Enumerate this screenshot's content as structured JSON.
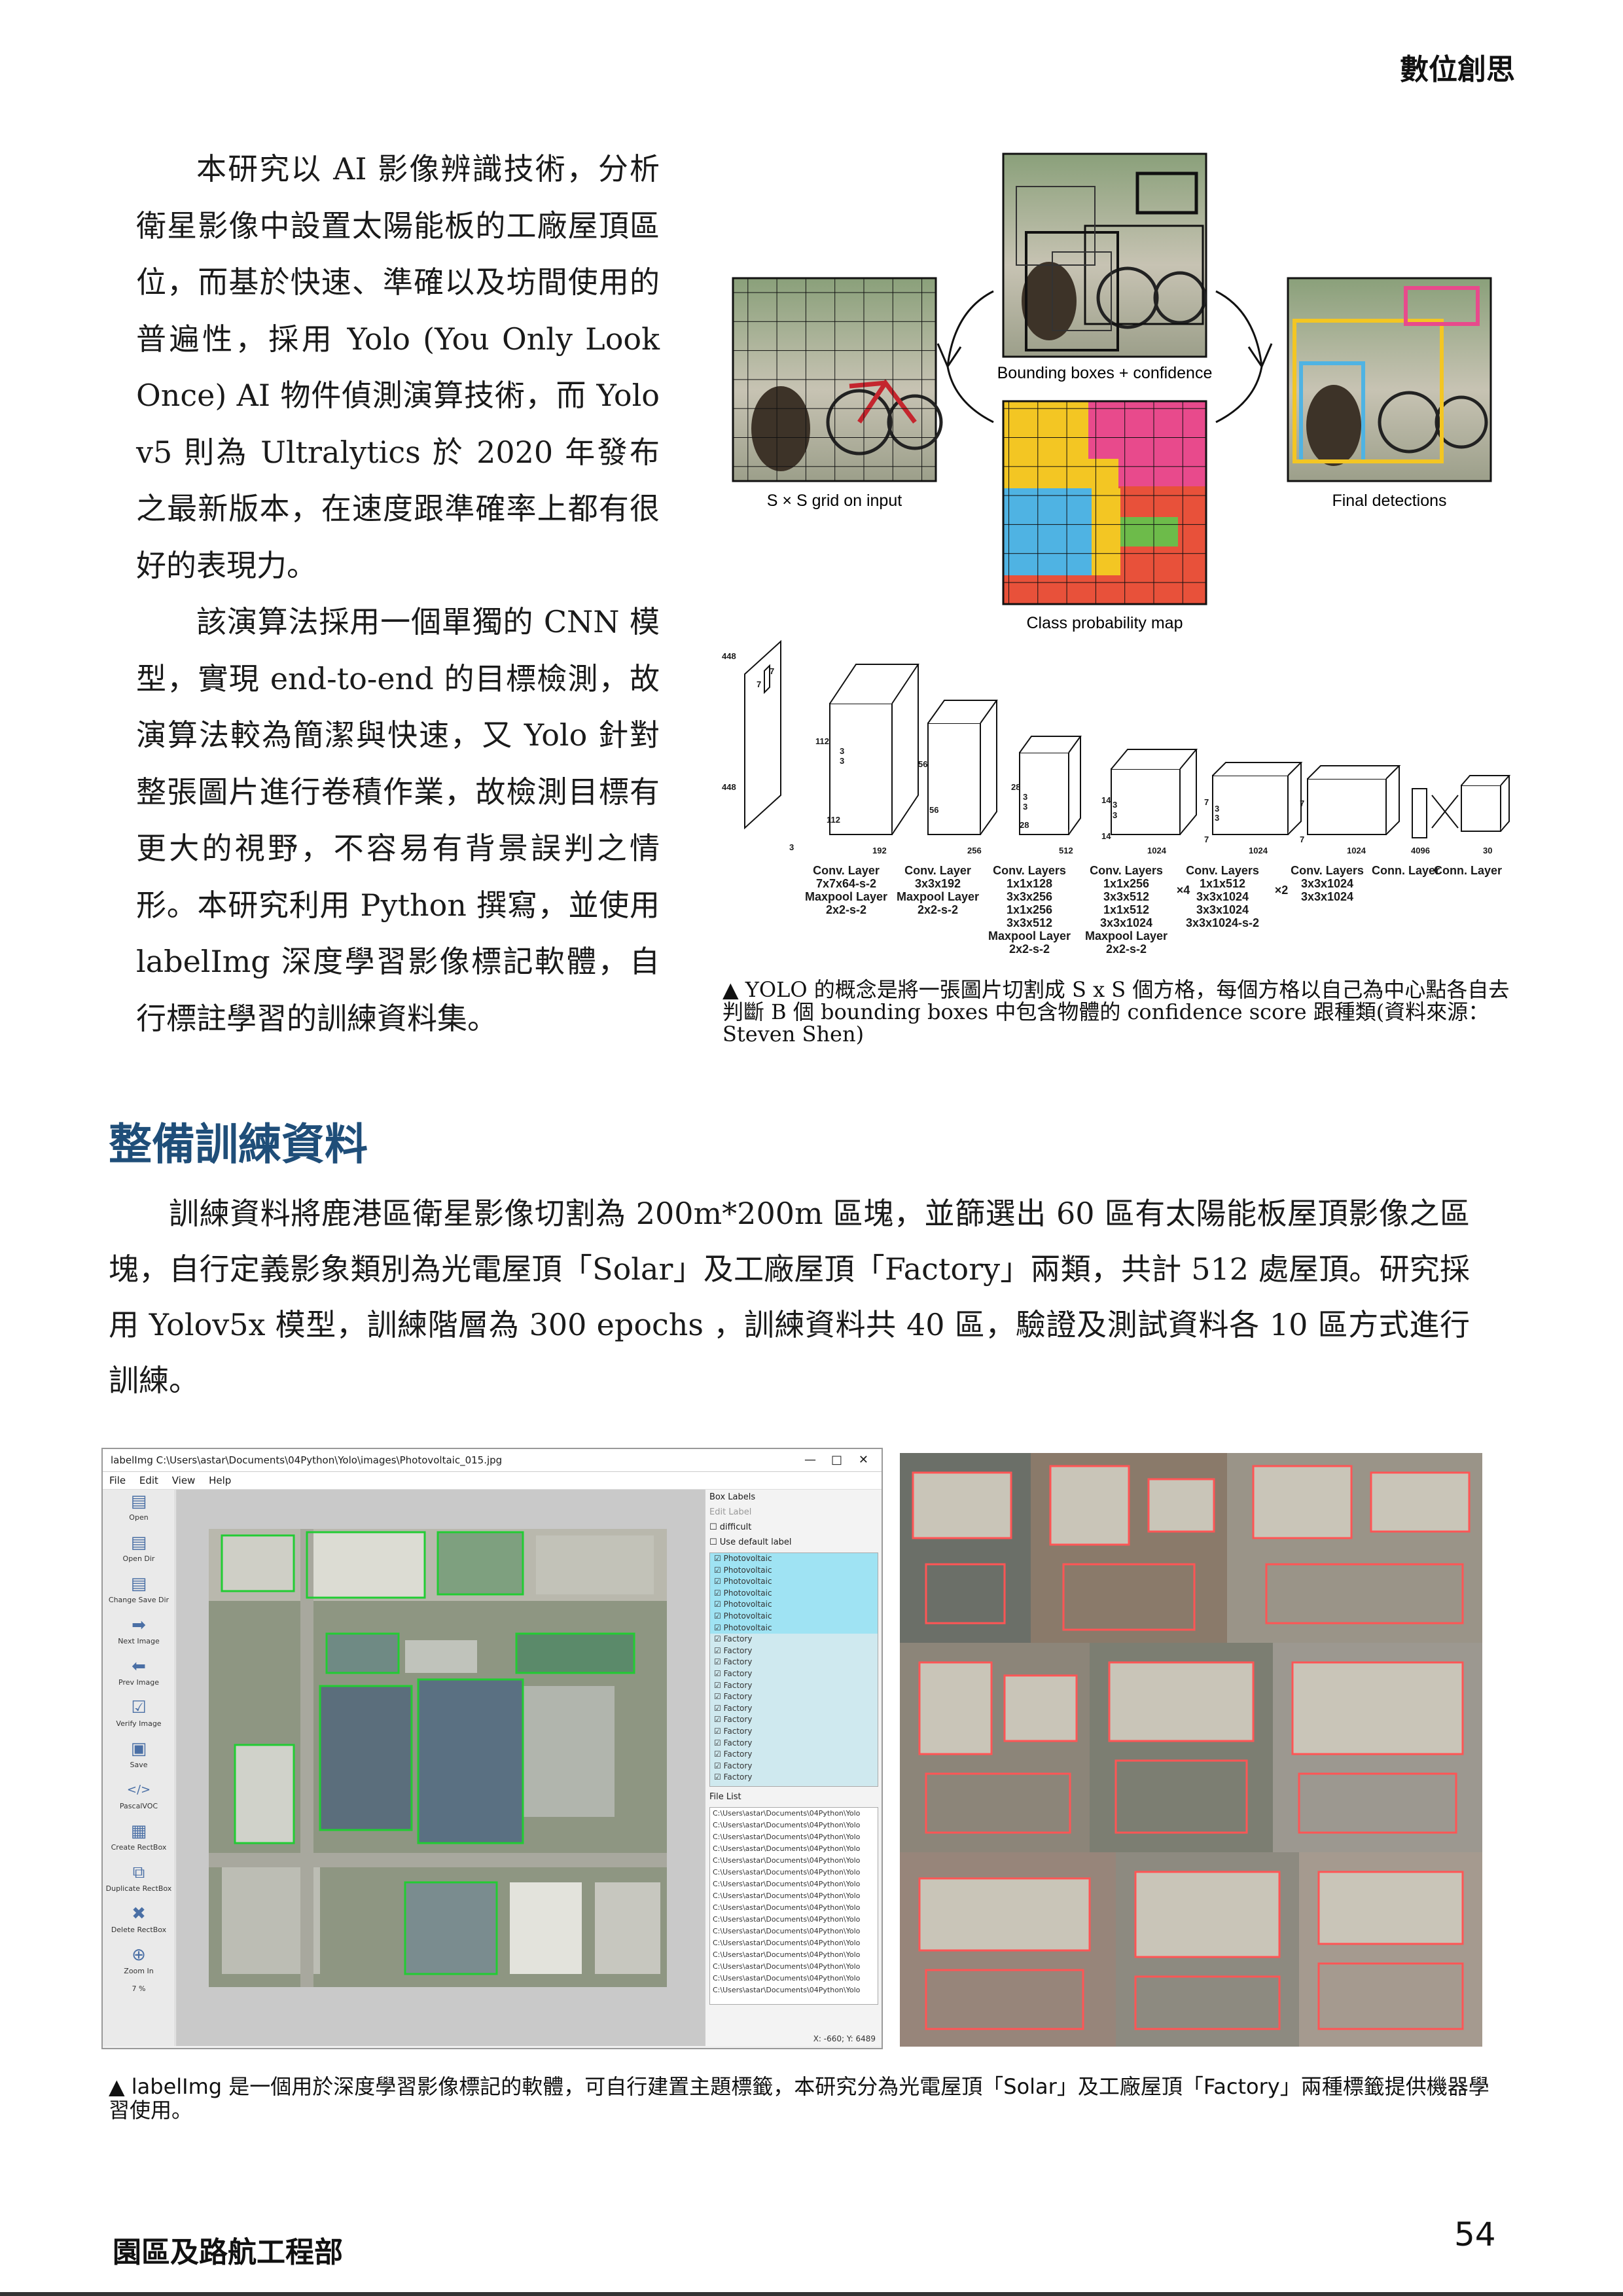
{
  "header": {
    "title": "數位創思"
  },
  "intro": {
    "paragraphs": [
      "本研究以 AI 影像辨識技術，分析衛星影像中設置太陽能板的工廠屋頂區位，而基於快速、準確以及坊間使用的普遍性，採用 Yolo (You Only Look Once) AI 物件偵測演算技術，而 Yolo v5 則為 Ultralytics 於 2020 年發布之最新版本，在速度跟準確率上都有很好的表現力。",
      "該演算法採用一個單獨的 CNN 模型，實現 end-to-end 的目標檢測，故演算法較為簡潔與快速，又 Yolo 針對整張圖片進行卷積作業，故檢測目標有更大的視野，不容易有背景誤判之情形。本研究利用 Python 撰寫，並使用 labelImg 深度學習影像標記軟體，自行標註學習的訓練資料集。"
    ]
  },
  "yolo_figure": {
    "label_grid": "S × S grid on input",
    "label_bbox": "Bounding boxes + confidence",
    "label_classmap": "Class probability map",
    "label_final": "Final detections",
    "network": {
      "input_dims": [
        "448",
        "448",
        "3"
      ],
      "inner_dims": [
        "7",
        "7",
        "112",
        "112",
        "3",
        "3",
        "56",
        "56",
        "28",
        "28",
        "3",
        "3",
        "14",
        "14",
        "3",
        "3",
        "7",
        "7",
        "3",
        "3",
        "7",
        "7"
      ],
      "channels": [
        "192",
        "256",
        "512",
        "1024",
        "1024",
        "1024",
        "4096",
        "30"
      ],
      "layers": [
        {
          "lines": [
            "Conv. Layer",
            "7x7x64-s-2",
            "Maxpool Layer",
            "2x2-s-2"
          ]
        },
        {
          "lines": [
            "Conv. Layer",
            "3x3x192",
            "Maxpool Layer",
            "2x2-s-2"
          ]
        },
        {
          "lines": [
            "Conv. Layers",
            "1x1x128",
            "3x3x256",
            "1x1x256",
            "3x3x512",
            "Maxpool Layer",
            "2x2-s-2"
          ]
        },
        {
          "lines": [
            "Conv. Layers",
            "1x1x256",
            "3x3x512",
            "1x1x512",
            "3x3x1024",
            "Maxpool Layer",
            "2x2-s-2"
          ],
          "repeat": "×4"
        },
        {
          "lines": [
            "Conv. Layers",
            "1x1x512",
            "3x3x1024",
            "3x3x1024",
            "3x3x1024-s-2"
          ],
          "repeat": "×2"
        },
        {
          "lines": [
            "Conv. Layers",
            "3x3x1024",
            "3x3x1024"
          ]
        },
        {
          "lines": [
            "Conn. Layer"
          ]
        },
        {
          "lines": [
            "Conn. Layer"
          ]
        }
      ]
    }
  },
  "yolo_caption": "▲ YOLO 的概念是將一張圖片切割成 S x S 個方格，每個方格以自己為中心點各自去判斷 B 個 bounding boxes 中包含物體的 confidence score 跟種類(資料來源：Steven Shen)",
  "section": {
    "title": "整備訓練資料",
    "paragraph": "訓練資料將鹿港區衛星影像切割為 200m*200m 區塊，並篩選出 60 區有太陽能板屋頂影像之區塊，自行定義影象類別為光電屋頂「Solar」及工廠屋頂「Factory」兩類，共計 512 處屋頂。研究採用 Yolov5x 模型，訓練階層為 300 epochs ，訓練資料共 40 區，驗證及測試資料各 10 區方式進行訓練。"
  },
  "labelimg": {
    "window_title": "labelImg C:\\Users\\astar\\Documents\\04Python\\Yolo\\images\\Photovoltaic_015.jpg",
    "win_buttons": [
      "—",
      "□",
      "✕"
    ],
    "menu": [
      "File",
      "Edit",
      "View",
      "Help"
    ],
    "tools": [
      {
        "label": "Open",
        "icon": "folder-icon",
        "glyph": "▤"
      },
      {
        "label": "Open Dir",
        "icon": "folder-icon",
        "glyph": "▤"
      },
      {
        "label": "Change Save Dir",
        "icon": "folder-icon",
        "glyph": "▤"
      },
      {
        "label": "Next Image",
        "icon": "arrow-right-icon",
        "glyph": "➡"
      },
      {
        "label": "Prev Image",
        "icon": "arrow-left-icon",
        "glyph": "⬅"
      },
      {
        "label": "Verify Image",
        "icon": "check-icon",
        "glyph": "☑"
      },
      {
        "label": "Save",
        "icon": "save-icon",
        "glyph": "▣"
      },
      {
        "label": "PascalVOC",
        "icon": "code-icon",
        "glyph": "</>"
      },
      {
        "label": "Create RectBox",
        "icon": "rect-icon",
        "glyph": "▦"
      },
      {
        "label": "Duplicate RectBox",
        "icon": "duplicate-icon",
        "glyph": "⧉"
      },
      {
        "label": "Delete RectBox",
        "icon": "delete-icon",
        "glyph": "✖"
      },
      {
        "label": "Zoom In",
        "icon": "zoom-icon",
        "glyph": "⊕"
      }
    ],
    "zoom_value": "7 %",
    "box_labels_header": "Box Labels",
    "edit_label_button": "Edit Label",
    "difficult_label": "difficult",
    "use_default_label": "Use default label",
    "labels": [
      "Photovoltaic",
      "Photovoltaic",
      "Photovoltaic",
      "Photovoltaic",
      "Photovoltaic",
      "Photovoltaic",
      "Photovoltaic",
      "Factory",
      "Factory",
      "Factory",
      "Factory",
      "Factory",
      "Factory",
      "Factory",
      "Factory",
      "Factory",
      "Factory",
      "Factory",
      "Factory",
      "Factory"
    ],
    "file_list_header": "File List",
    "files": [
      "C:\\Users\\astar\\Documents\\04Python\\Yolo",
      "C:\\Users\\astar\\Documents\\04Python\\Yolo",
      "C:\\Users\\astar\\Documents\\04Python\\Yolo",
      "C:\\Users\\astar\\Documents\\04Python\\Yolo",
      "C:\\Users\\astar\\Documents\\04Python\\Yolo",
      "C:\\Users\\astar\\Documents\\04Python\\Yolo",
      "C:\\Users\\astar\\Documents\\04Python\\Yolo",
      "C:\\Users\\astar\\Documents\\04Python\\Yolo",
      "C:\\Users\\astar\\Documents\\04Python\\Yolo",
      "C:\\Users\\astar\\Documents\\04Python\\Yolo",
      "C:\\Users\\astar\\Documents\\04Python\\Yolo",
      "C:\\Users\\astar\\Documents\\04Python\\Yolo",
      "C:\\Users\\astar\\Documents\\04Python\\Yolo",
      "C:\\Users\\astar\\Documents\\04Python\\Yolo",
      "C:\\Users\\astar\\Documents\\04Python\\Yolo",
      "C:\\Users\\astar\\Documents\\04Python\\Yolo"
    ],
    "status": "X: -660; Y: 6489"
  },
  "bottom_caption": "▲ labelImg 是一個用於深度學習影像標記的軟體，可自行建置主題標籤，本研究分為光電屋頂「Solar」及工廠屋頂「Factory」兩種標籤提供機器學習使用。",
  "footer": {
    "department": "園區及路航工程部",
    "page_number": "54"
  },
  "colors": {
    "section_title": "#1f4e79",
    "bbox_green": "#22cc33",
    "bbox_red": "#ff5555",
    "class_yellow": "#f3c623",
    "class_pink": "#e84a8c",
    "class_blue": "#4fb3e3",
    "class_green": "#6dbb4a",
    "class_red": "#e8513a"
  }
}
